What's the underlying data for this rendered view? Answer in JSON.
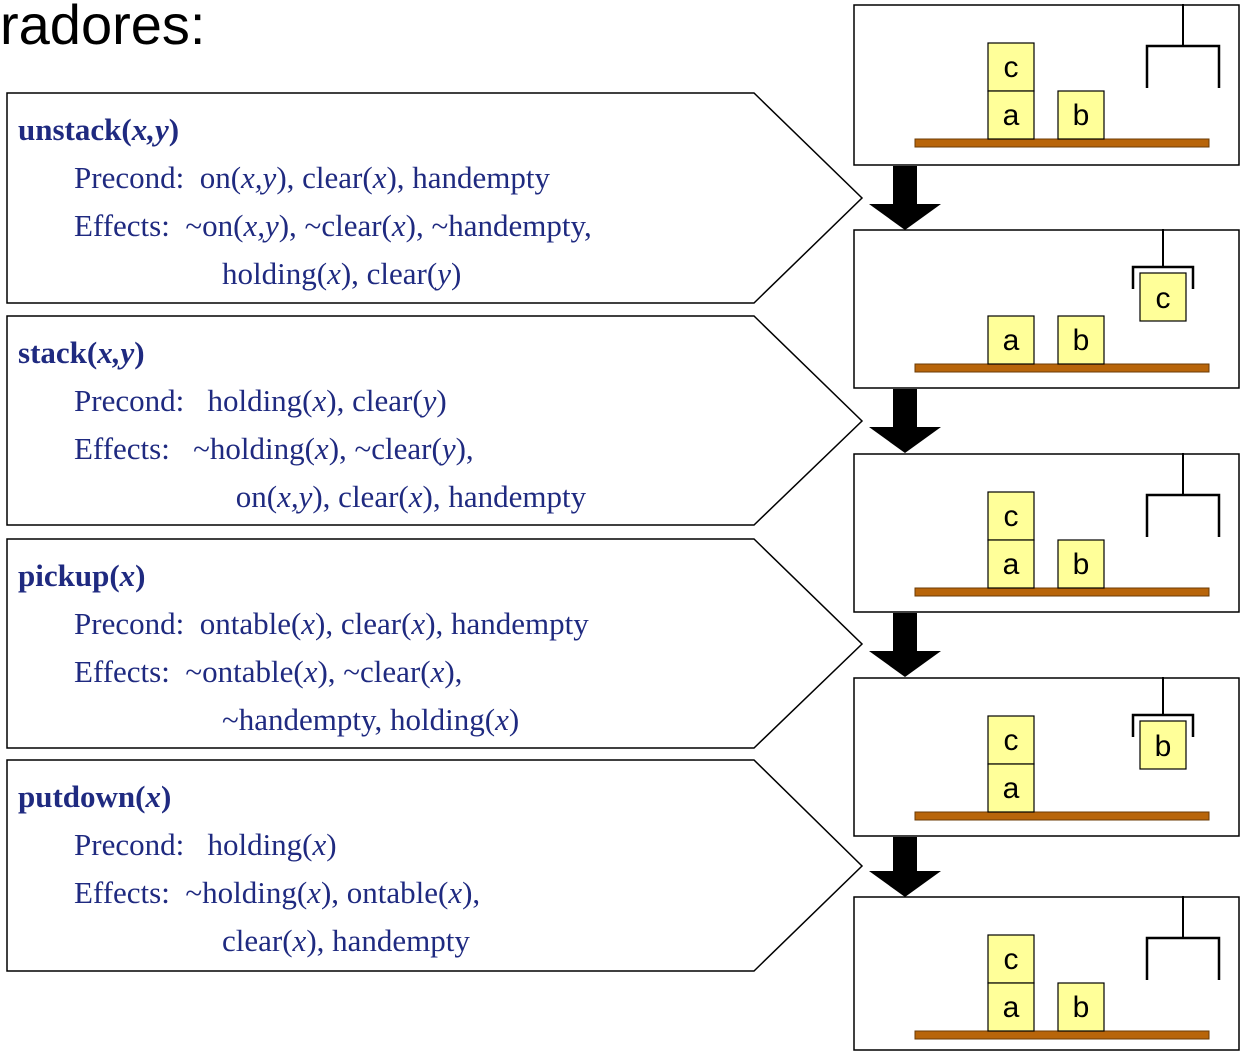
{
  "title": "radores:",
  "operators": [
    {
      "signature": [
        {
          "t": "unstack(",
          "i": false
        },
        {
          "t": "x,y",
          "i": true
        },
        {
          "t": ")",
          "i": false
        }
      ],
      "precond_label": "Precond:",
      "precond": [
        {
          "t": "on(",
          "i": false
        },
        {
          "t": "x,y",
          "i": true
        },
        {
          "t": "), clear(",
          "i": false
        },
        {
          "t": "x",
          "i": true
        },
        {
          "t": "), handempty",
          "i": false
        }
      ],
      "effects_label": "Effects:",
      "effects": [
        {
          "t": "~on(",
          "i": false
        },
        {
          "t": "x,y",
          "i": true
        },
        {
          "t": "), ~clear(",
          "i": false
        },
        {
          "t": "x",
          "i": true
        },
        {
          "t": "), ~handempty,",
          "i": false
        }
      ],
      "effects2": [
        {
          "t": "holding(",
          "i": false
        },
        {
          "t": "x",
          "i": true
        },
        {
          "t": "), clear(",
          "i": false
        },
        {
          "t": "y",
          "i": true
        },
        {
          "t": ")",
          "i": false
        }
      ]
    },
    {
      "signature": [
        {
          "t": "stack(",
          "i": false
        },
        {
          "t": "x,y",
          "i": true
        },
        {
          "t": ")",
          "i": false
        }
      ],
      "precond_label": "Precond:",
      "precond": [
        {
          "t": " holding(",
          "i": false
        },
        {
          "t": "x",
          "i": true
        },
        {
          "t": "), clear(",
          "i": false
        },
        {
          "t": "y",
          "i": true
        },
        {
          "t": ")",
          "i": false
        }
      ],
      "effects_label": "Effects:",
      "effects": [
        {
          "t": " ~holding(",
          "i": false
        },
        {
          "t": "x",
          "i": true
        },
        {
          "t": "), ~clear(",
          "i": false
        },
        {
          "t": "y",
          "i": true
        },
        {
          "t": "),",
          "i": false
        }
      ],
      "effects2": [
        {
          "t": " on(",
          "i": false
        },
        {
          "t": "x,y",
          "i": true
        },
        {
          "t": "), clear(",
          "i": false
        },
        {
          "t": "x",
          "i": true
        },
        {
          "t": "), handempty",
          "i": false
        }
      ]
    },
    {
      "signature": [
        {
          "t": "pickup(",
          "i": false
        },
        {
          "t": "x",
          "i": true
        },
        {
          "t": ")",
          "i": false
        }
      ],
      "precond_label": "Precond:",
      "precond": [
        {
          "t": "ontable(",
          "i": false
        },
        {
          "t": "x",
          "i": true
        },
        {
          "t": "), clear(",
          "i": false
        },
        {
          "t": "x",
          "i": true
        },
        {
          "t": "), handempty",
          "i": false
        }
      ],
      "effects_label": "Effects:",
      "effects": [
        {
          "t": "~ontable(",
          "i": false
        },
        {
          "t": "x",
          "i": true
        },
        {
          "t": "), ~clear(",
          "i": false
        },
        {
          "t": "x",
          "i": true
        },
        {
          "t": "),",
          "i": false
        }
      ],
      "effects2": [
        {
          "t": "~handempty, holding(",
          "i": false
        },
        {
          "t": "x",
          "i": true
        },
        {
          "t": ")",
          "i": false
        }
      ]
    },
    {
      "signature": [
        {
          "t": "putdown(",
          "i": false
        },
        {
          "t": "x",
          "i": true
        },
        {
          "t": ")",
          "i": false
        }
      ],
      "precond_label": "Precond:",
      "precond": [
        {
          "t": " holding(",
          "i": false
        },
        {
          "t": "x",
          "i": true
        },
        {
          "t": ")",
          "i": false
        }
      ],
      "effects_label": "Effects:",
      "effects": [
        {
          "t": "~holding(",
          "i": false
        },
        {
          "t": "x",
          "i": true
        },
        {
          "t": "), ontable(",
          "i": false
        },
        {
          "t": "x",
          "i": true
        },
        {
          "t": "),",
          "i": false
        }
      ],
      "effects2": [
        {
          "t": "clear(",
          "i": false
        },
        {
          "t": "x",
          "i": true
        },
        {
          "t": "), handempty",
          "i": false
        }
      ]
    }
  ],
  "states": [
    {
      "blocks": [
        {
          "label": "c",
          "col": 0,
          "level": 1
        },
        {
          "label": "a",
          "col": 0,
          "level": 0
        },
        {
          "label": "b",
          "col": 1,
          "level": 0
        }
      ],
      "held": null
    },
    {
      "blocks": [
        {
          "label": "a",
          "col": 0,
          "level": 0
        },
        {
          "label": "b",
          "col": 1,
          "level": 0
        }
      ],
      "held": "c"
    },
    {
      "blocks": [
        {
          "label": "c",
          "col": 0,
          "level": 1
        },
        {
          "label": "a",
          "col": 0,
          "level": 0
        },
        {
          "label": "b",
          "col": 1,
          "level": 0
        }
      ],
      "held": null
    },
    {
      "blocks": [
        {
          "label": "c",
          "col": 0,
          "level": 1
        },
        {
          "label": "a",
          "col": 0,
          "level": 0
        }
      ],
      "held": "b"
    },
    {
      "blocks": [
        {
          "label": "c",
          "col": 0,
          "level": 1
        },
        {
          "label": "a",
          "col": 0,
          "level": 0
        },
        {
          "label": "b",
          "col": 1,
          "level": 0
        }
      ],
      "held": null
    }
  ],
  "colors": {
    "text": "#1f2a80",
    "block_fill": "#ffff99",
    "table_fill": "#b8650a",
    "table_stroke": "#6b3b05",
    "arrow": "#000000"
  }
}
